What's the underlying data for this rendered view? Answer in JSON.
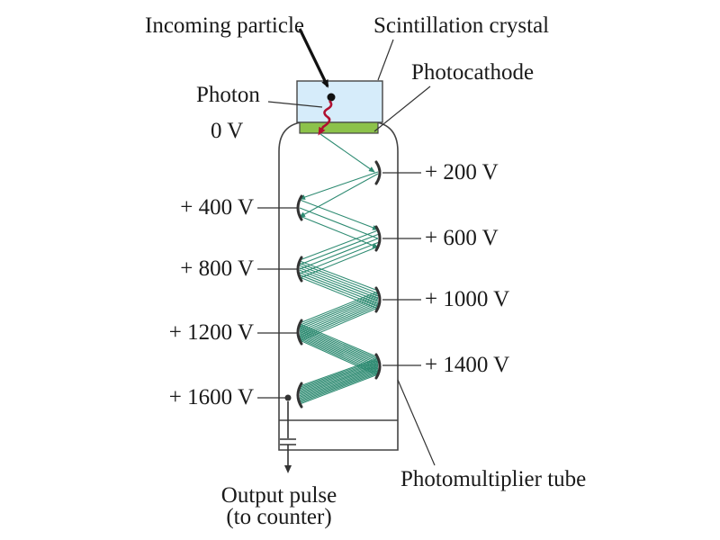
{
  "labels": {
    "incoming_particle": "Incoming particle",
    "scintillation_crystal": "Scintillation crystal",
    "photocathode": "Photocathode",
    "photon": "Photon",
    "photomultiplier_tube": "Photomultiplier tube",
    "output_pulse_line1": "Output pulse",
    "output_pulse_line2": "(to counter)"
  },
  "voltages": {
    "cathode": "0 V",
    "dynodes": [
      "+ 200 V",
      "+ 400 V",
      "+ 600 V",
      "+ 800 V",
      "+ 1000 V",
      "+ 1200 V",
      "+ 1400 V",
      "+ 1600 V"
    ]
  },
  "colors": {
    "crystal": "#d6ecfa",
    "photocathode": "#8cc24a",
    "electron": "#2e8b72",
    "photon": "#b01030"
  }
}
